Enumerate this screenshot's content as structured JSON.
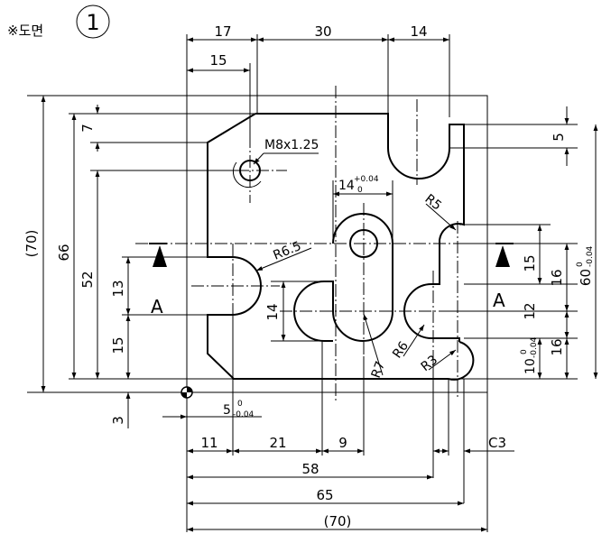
{
  "header": {
    "title": "※도면",
    "sheet_number": "1"
  },
  "dimensions": {
    "top": [
      "17",
      "30",
      "14",
      "15"
    ],
    "left": [
      "(70)",
      "66",
      "52",
      "7",
      "13",
      "15",
      "14",
      "3"
    ],
    "right": [
      "5",
      "15",
      "16",
      "12",
      "16"
    ],
    "right_tol": {
      "nominal": "60",
      "upper": "0",
      "lower": "-0.04"
    },
    "right_bottom_tol": {
      "nominal": "10",
      "upper": "0",
      "lower": "-0.04"
    },
    "slot_width": {
      "nominal": "14",
      "upper": "+0.04",
      "lower": "0"
    },
    "bottom_tol": {
      "nominal": "5",
      "upper": "0",
      "lower": "-0.04"
    },
    "bottom_chain": [
      "11",
      "21",
      "9"
    ],
    "chamfer": "C3",
    "bottom_overall": [
      "58",
      "65",
      "(70)"
    ]
  },
  "callouts": {
    "thread": "M8x1.25",
    "r5": "R5",
    "r6_5": "R6.5",
    "r6": "R6",
    "r7": "R7",
    "r3": "R3"
  },
  "section": {
    "label_left": "A",
    "label_right": "A"
  }
}
